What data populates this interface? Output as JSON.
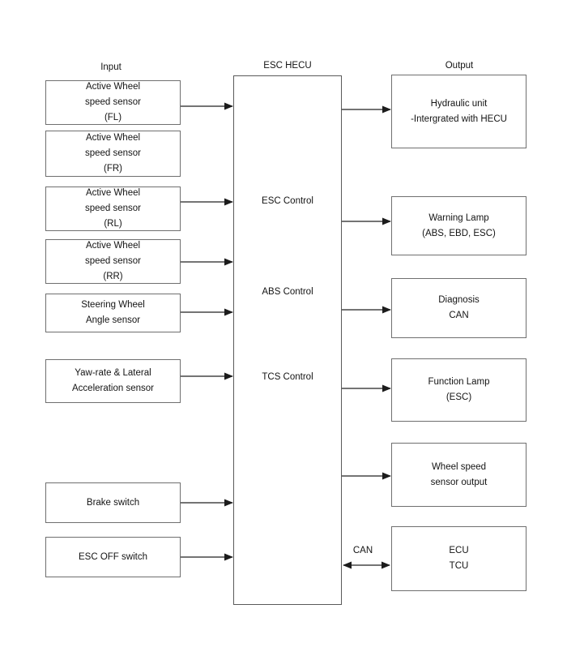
{
  "columns": {
    "input_label": "Input",
    "hecu_label": "ESC HECU",
    "output_label": "Output"
  },
  "input_boxes": [
    {
      "lines": [
        "Active Wheel",
        "speed sensor",
        "(FL)"
      ]
    },
    {
      "lines": [
        "Active Wheel",
        "speed sensor",
        "(FR)"
      ]
    },
    {
      "lines": [
        "Active Wheel",
        "speed sensor",
        "(RL)"
      ]
    },
    {
      "lines": [
        "Active Wheel",
        "speed sensor",
        "(RR)"
      ]
    },
    {
      "lines": [
        "Steering Wheel",
        "Angle sensor"
      ]
    },
    {
      "lines": [
        "Yaw-rate & Lateral",
        "Acceleration sensor"
      ]
    },
    {
      "lines": [
        "Brake switch"
      ]
    },
    {
      "lines": [
        "ESC OFF switch"
      ]
    }
  ],
  "hecu_functions": [
    "ESC Control",
    "ABS Control",
    "TCS Control"
  ],
  "output_boxes": [
    {
      "lines": [
        "Hydraulic unit",
        "-Intergrated with HECU"
      ]
    },
    {
      "lines": [
        "Warning Lamp",
        "(ABS, EBD, ESC)"
      ]
    },
    {
      "lines": [
        "Diagnosis",
        "CAN"
      ]
    },
    {
      "lines": [
        "Function Lamp",
        "(ESC)"
      ]
    },
    {
      "lines": [
        "Wheel speed",
        "sensor output"
      ]
    },
    {
      "lines": [
        "ECU",
        "TCU"
      ]
    }
  ],
  "can_bus_label": "CAN"
}
